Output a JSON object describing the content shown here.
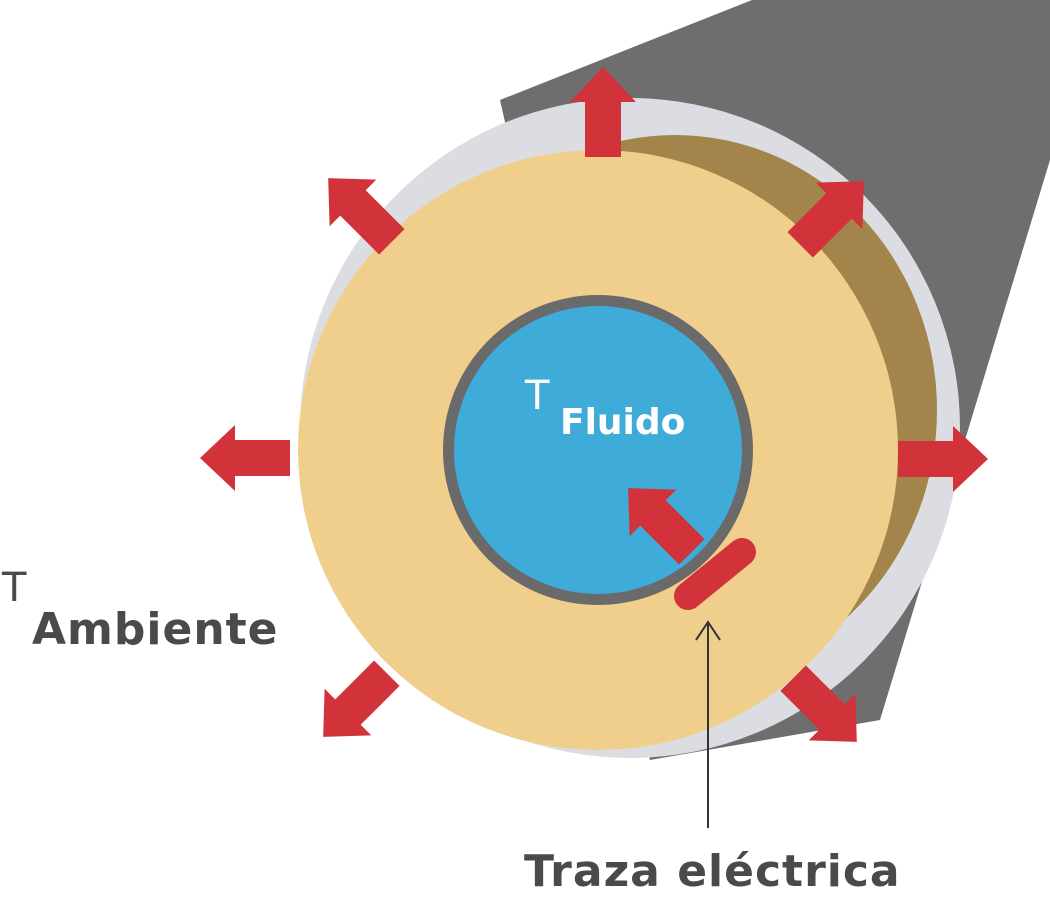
{
  "labels": {
    "ambient_symbol": "T",
    "ambient_subscript": "Ambiente",
    "fluid_symbol": "T",
    "fluid_subscript": "Fluido",
    "trace": "Traza eléctrica"
  },
  "colors": {
    "pipe_body": "#6e6e6e",
    "jacket": "#dcdde2",
    "insulation_shadow": "#a3854b",
    "insulation": "#f0cf8d",
    "pipe_wall": "#6a6a6a",
    "fluid": "#3eabd9",
    "heat_arrow": "#d2323a",
    "text": "#4a4a4a"
  }
}
